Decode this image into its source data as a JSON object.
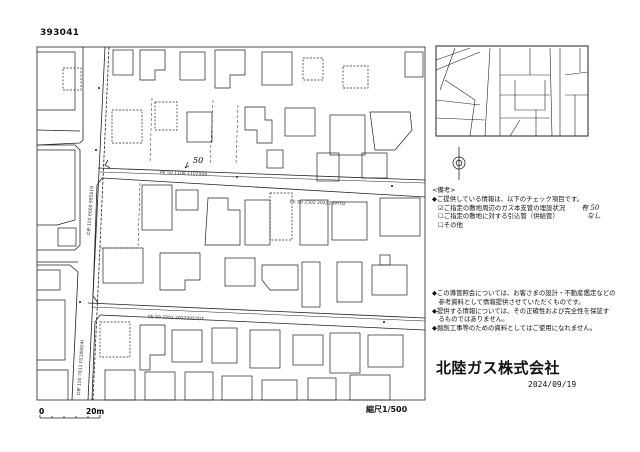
{
  "sheet_number": "393041",
  "map": {
    "pipe_labels": {
      "road_north": "PE 50 1108 1102004",
      "road_north_branch": "PE 50 2302 2022209702",
      "road_south": "PE 50 2302 2022205707",
      "street_west_upper": "DIP 150 6000 995019",
      "street_west_lower": "DIP 150 7811 051006(4)"
    },
    "handwritten_mark": "50",
    "scale_bar": {
      "start": "0",
      "end": "20m"
    },
    "scale_label": "縮尺1/500"
  },
  "notes": {
    "heading": "<備考>",
    "intro": "◆ご提供している情報は、以下のチェック項目です。",
    "checklist": [
      {
        "label": "ご指定の敷地周辺のガス本支管の埋設状況",
        "checked": true,
        "handwritten": "有 50"
      },
      {
        "label": "ご指定の敷地に対する引込管（供給管）",
        "checked": false,
        "handwritten": "なし"
      },
      {
        "label": "その他",
        "checked": false,
        "handwritten": ""
      }
    ],
    "disclaimers": [
      "◆この導管照会については、お客さまの設計・不動産鑑定などの",
      "　参考資料として情報提供させていただくものです。",
      "◆提供する情報については、その正確性および完全性を保証す",
      "　るものではありません。",
      "◆掘削工事等のための資料としてはご使用になれません。"
    ]
  },
  "company": "北陸ガス株式会社",
  "date": "2024/09/19"
}
